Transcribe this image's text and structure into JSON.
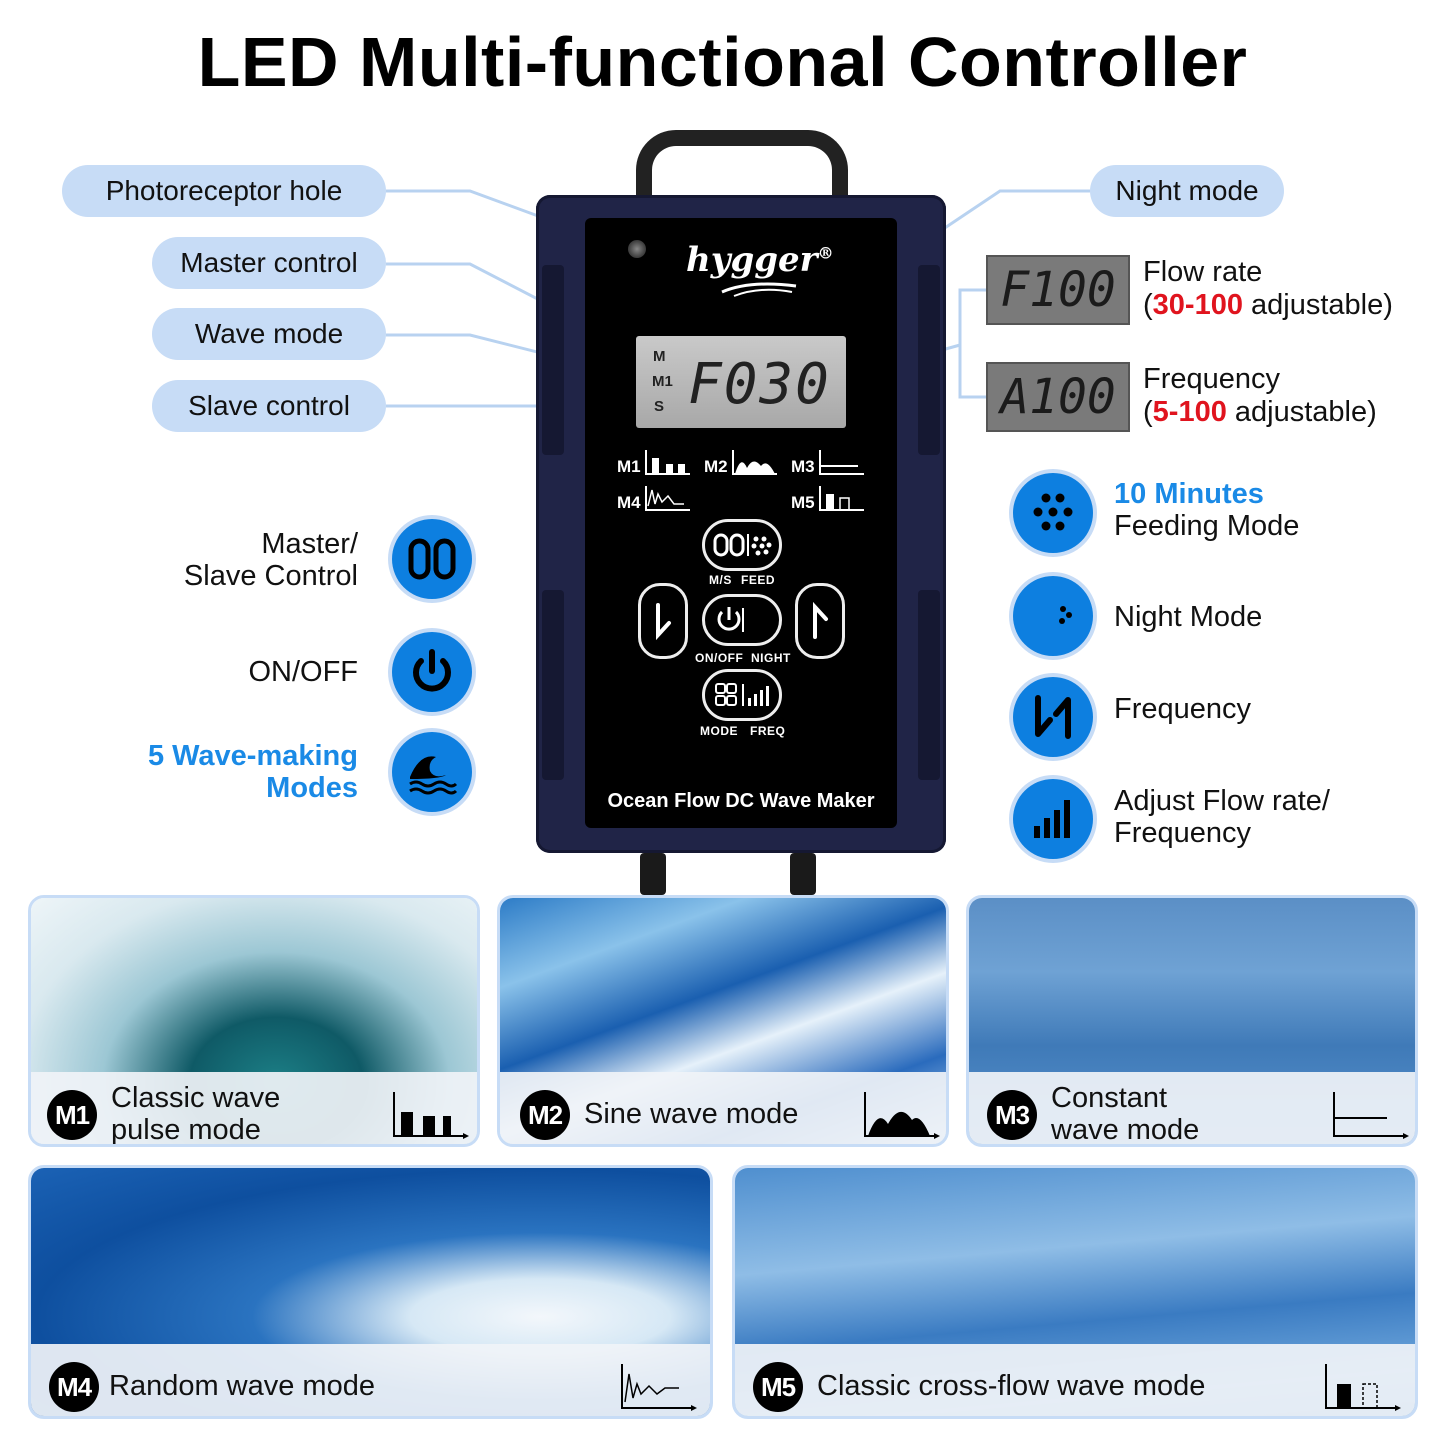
{
  "title": "LED Multi-functional Controller",
  "callouts": {
    "photoreceptor": "Photoreceptor hole",
    "master": "Master control",
    "wave": "Wave mode",
    "slave": "Slave control",
    "night": "Night mode"
  },
  "device": {
    "brand": "hygger",
    "registered": "®",
    "lcd_tags": {
      "m": "M",
      "m1": "M1",
      "s": "S"
    },
    "lcd_value": "F030",
    "modes": [
      "M1",
      "M2",
      "M3",
      "M4",
      "M5"
    ],
    "buttons": {
      "ms_feed": {
        "left": "M/S",
        "right": "FEED"
      },
      "onoff_night": {
        "left": "ON/OFF",
        "right": "NIGHT"
      },
      "mode_freq": {
        "left": "MODE",
        "right": "FREQ"
      }
    },
    "name": "Ocean Flow DC Wave Maker"
  },
  "displays": {
    "flow": {
      "value": "F100",
      "label": "Flow rate",
      "open": "(",
      "range": "30-100",
      "suffix": " adjustable)"
    },
    "frequency": {
      "value": "A100",
      "label": "Frequency",
      "open": "(",
      "range": "5-100",
      "suffix": " adjustable)"
    }
  },
  "left_features": [
    {
      "icon": "link-icon",
      "line1": "Master/",
      "line2": "Slave Control"
    },
    {
      "icon": "power-icon",
      "line1": "ON/OFF",
      "line2": ""
    },
    {
      "icon": "wave-icon",
      "line1": "5 Wave-making",
      "line2": "Modes"
    }
  ],
  "right_features": [
    {
      "icon": "feed-dots-icon",
      "line1": "10 Minutes",
      "line2": "Feeding Mode"
    },
    {
      "icon": "moon-icon",
      "line1": "Night Mode",
      "line2": ""
    },
    {
      "icon": "up-down-arrows-icon",
      "line1": "Frequency",
      "line2": ""
    },
    {
      "icon": "signal-bars-icon",
      "line1": "Adjust Flow rate/",
      "line2": "Frequency"
    }
  ],
  "cards": [
    {
      "badge": "M1",
      "line1": "Classic wave",
      "line2": "pulse mode"
    },
    {
      "badge": "M2",
      "line1": "Sine wave mode",
      "line2": ""
    },
    {
      "badge": "M3",
      "line1": "Constant",
      "line2": "wave mode"
    },
    {
      "badge": "M4",
      "line1": "Random wave mode",
      "line2": ""
    },
    {
      "badge": "M5",
      "line1": "Classic cross-flow wave mode",
      "line2": ""
    }
  ],
  "colors": {
    "accent_blue": "#0d7fe0",
    "pill_bg": "#c7dcf6",
    "highlight_red": "#e0141e",
    "device_body": "#202447"
  }
}
